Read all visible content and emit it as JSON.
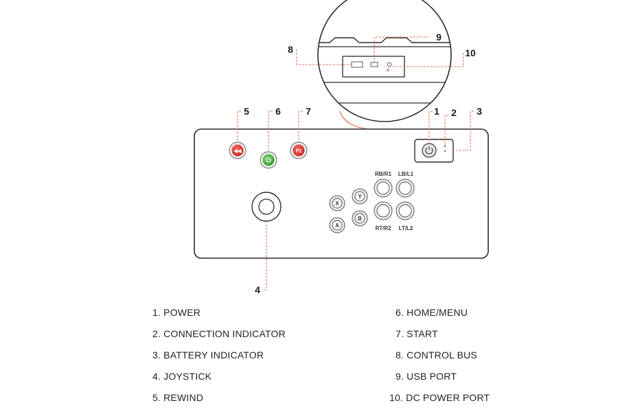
{
  "callouts": {
    "c1": "1",
    "c2": "2",
    "c3": "3",
    "c4": "4",
    "c5": "5",
    "c6": "6",
    "c7": "7",
    "c8": "8",
    "c9": "9",
    "c10": "10"
  },
  "buttons": {
    "rb_r1": "RB/R1",
    "lb_l1": "LB/L1",
    "rt_r2": "RT/R2",
    "lt_l2": "LT/L2",
    "x": "X",
    "y": "Y",
    "a": "A",
    "b": "B",
    "start": "P1",
    "rewind": "◀◀"
  },
  "legend_left": [
    "1. POWER",
    "2. CONNECTION INDICATOR",
    "3. BATTERY INDICATOR",
    "4. JOYSTICK",
    "5. REWIND"
  ],
  "legend_right": [
    "6. HOME/MENU",
    "7. START",
    "8. CONTROL BUS",
    "9. USB PORT",
    "10. DC POWER PORT"
  ],
  "colors": {
    "outline": "#2a2a2a",
    "callout_line": "#e8705a",
    "rewind": "#d9342b",
    "home": "#3aa935",
    "start": "#d9342b"
  },
  "icons": {
    "power": "power-icon",
    "home": "home-menu-icon",
    "rewind": "rewind-icon"
  }
}
